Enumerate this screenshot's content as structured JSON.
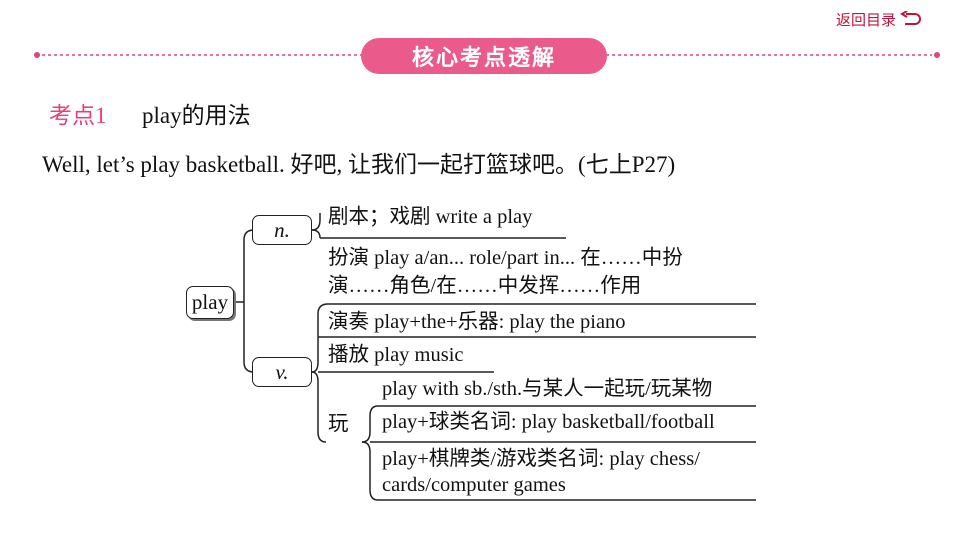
{
  "nav": {
    "back_label": "返回目录"
  },
  "banner": {
    "title": "核心考点透解"
  },
  "kaodian": {
    "label": "考点1",
    "title": "play的用法"
  },
  "example": {
    "text": "Well, let’s play basketball. 好吧, 让我们一起打篮球吧。(七上P27)"
  },
  "tree": {
    "root": "play",
    "noun": {
      "label": "n.",
      "items": [
        "剧本；戏剧  write a play"
      ]
    },
    "verb": {
      "label": "v.",
      "items": [
        {
          "line1": "扮演  play a/an... role/part in... 在……中扮",
          "line2": "演……角色/在……中发挥……作用"
        },
        "演奏  play+the+乐器: play the piano",
        "播放  play music"
      ],
      "wan": {
        "label": "玩",
        "items": [
          "play with sb./sth.与某人一起玩/玩某物",
          "play+球类名词: play basketball/football",
          {
            "line1": "play+棋牌类/游戏类名词: play chess/",
            "line2": "cards/computer games"
          }
        ]
      }
    }
  },
  "colors": {
    "accent": "#ea5a8a",
    "label": "#e8407e",
    "nav": "#c0143c"
  }
}
